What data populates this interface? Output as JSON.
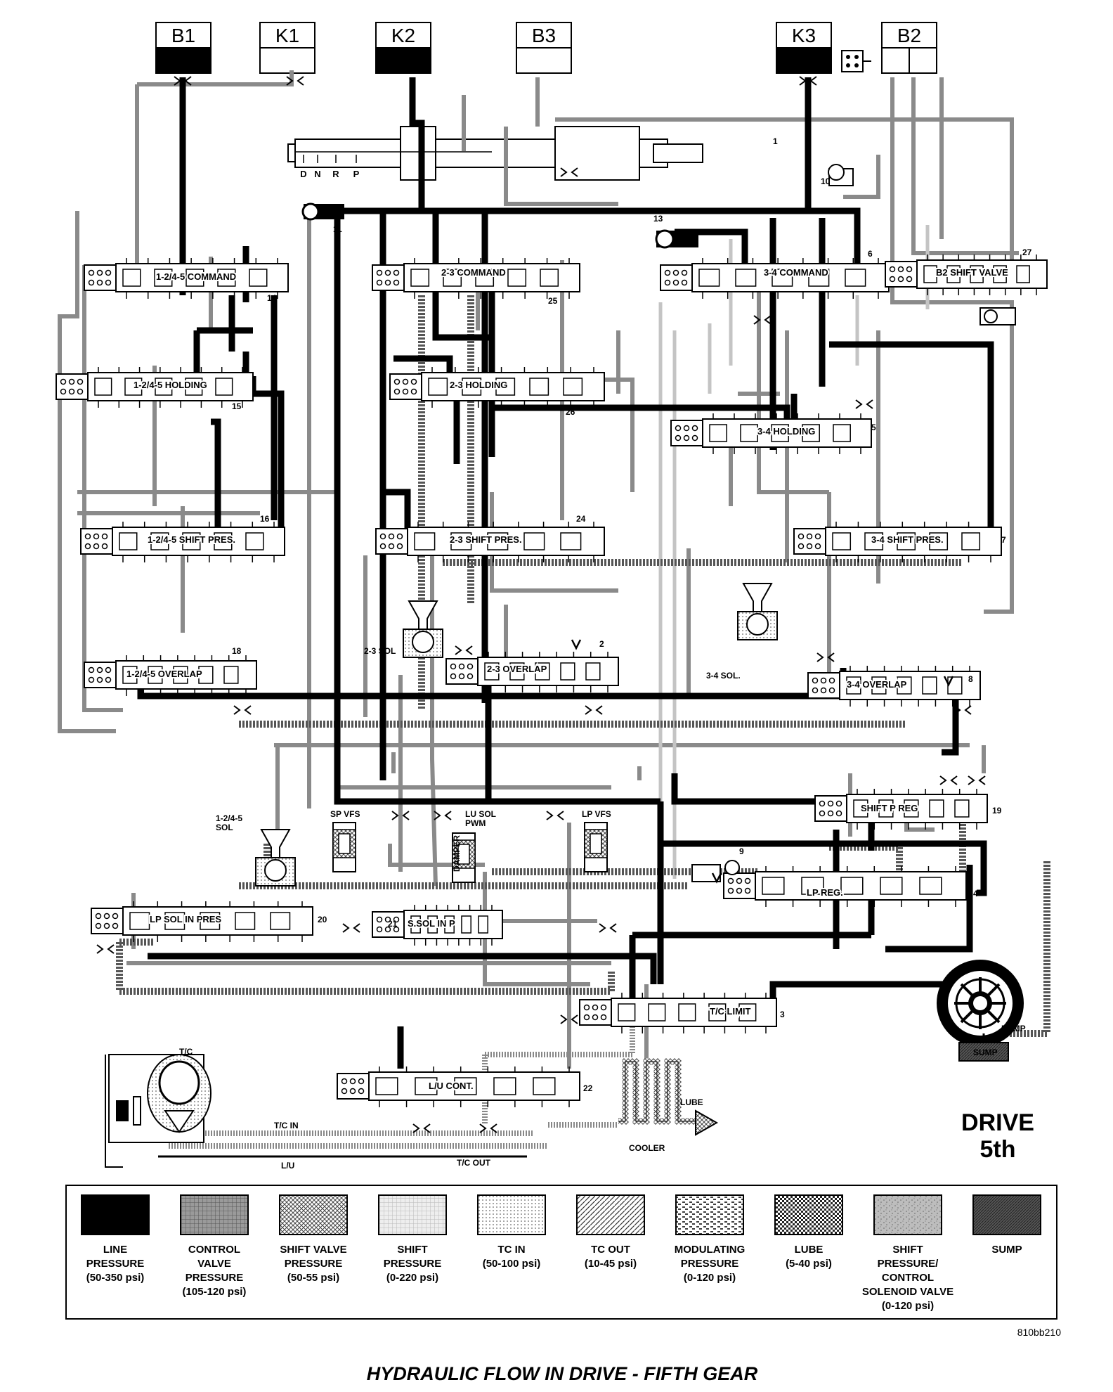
{
  "diagram": {
    "caption": "HYDRAULIC FLOW IN DRIVE - FIFTH GEAR",
    "ref_code": "810bb210",
    "gear_state": [
      "DRIVE",
      "5th"
    ],
    "selector_positions": [
      "D",
      "N",
      "R",
      "P"
    ],
    "clutches": [
      {
        "label": "B1",
        "fill": "#000000"
      },
      {
        "label": "K1",
        "fill": "#ffffff"
      },
      {
        "label": "K2",
        "fill": "#000000"
      },
      {
        "label": "B3",
        "fill": "#ffffff"
      },
      {
        "label": "K3",
        "fill": "#000000"
      },
      {
        "label": "B2",
        "fill": "#ffffff"
      }
    ],
    "valves": [
      {
        "id": "command_1245",
        "label": "1-2/4-5 COMMAND",
        "number": "14"
      },
      {
        "id": "command_23",
        "label": "2-3 COMMAND",
        "number": "25"
      },
      {
        "id": "command_34",
        "label": "3-4 COMMAND",
        "number": "6"
      },
      {
        "id": "b2_shift",
        "label": "B2 SHIFT VALVE",
        "number": "27"
      },
      {
        "id": "holding_1245",
        "label": "1-2/4-5 HOLDING",
        "number": "15"
      },
      {
        "id": "holding_23",
        "label": "2-3 HOLDING",
        "number": "26"
      },
      {
        "id": "holding_34",
        "label": "3-4 HOLDING",
        "number": "5"
      },
      {
        "id": "shiftpres_1245",
        "label": "1-2/4-5 SHIFT PRES.",
        "number": "16"
      },
      {
        "id": "shiftpres_23",
        "label": "2-3 SHIFT PRES.",
        "number": "24"
      },
      {
        "id": "shiftpres_34",
        "label": "3-4 SHIFT PRES.",
        "number": "7"
      },
      {
        "id": "overlap_1245",
        "label": "1-2/4-5 OVERLAP",
        "number": "18"
      },
      {
        "id": "overlap_23",
        "label": "2-3 OVERLAP",
        "number": "2"
      },
      {
        "id": "overlap_34",
        "label": "3-4 OVERLAP",
        "number": "8"
      },
      {
        "id": "shift_p_reg",
        "label": "SHIFT P REG",
        "number": "19"
      },
      {
        "id": "lp_reg",
        "label": "LP REG.",
        "number": "4"
      },
      {
        "id": "lp_sol_in_pres",
        "label": "LP SOL IN PRES",
        "number": "20"
      },
      {
        "id": "s_sol_in_p",
        "label": "S.SOL IN P",
        "number": "21"
      },
      {
        "id": "tc_limit",
        "label": "T/C LIMIT",
        "number": "3"
      },
      {
        "id": "lu_cont",
        "label": "L/U CONT.",
        "number": "22"
      }
    ],
    "solenoids": [
      {
        "label": "2-3 SOL"
      },
      {
        "label": "3-4 SOL."
      },
      {
        "label": "1-2/4-5 SOL"
      },
      {
        "label": "SP VFS"
      },
      {
        "label": "LU SOL PWM"
      },
      {
        "label": "LP VFS"
      }
    ],
    "numbers": [
      "1",
      "9",
      "10",
      "11",
      "13"
    ],
    "misc_labels": {
      "damper": "DAMPER",
      "pump": "PUMP",
      "sump": "SUMP",
      "tc": "T/C",
      "tc_in": "T/C IN",
      "tc_out": "T/C OUT",
      "lu": "L/U",
      "lube": "LUBE",
      "cooler": "COOLER"
    }
  },
  "legend": [
    {
      "name": "LINE PRESSURE",
      "lines": [
        "LINE",
        "PRESSURE",
        "(50-350 psi)"
      ],
      "pattern": "solid"
    },
    {
      "name": "CONTROL VALVE PRESSURE",
      "lines": [
        "CONTROL",
        "VALVE",
        "PRESSURE",
        "(105-120 psi)"
      ],
      "pattern": "grid"
    },
    {
      "name": "SHIFT VALVE PRESSURE",
      "lines": [
        "SHIFT VALVE",
        "PRESSURE",
        "(50-55 psi)"
      ],
      "pattern": "crosshatch"
    },
    {
      "name": "SHIFT PRESSURE",
      "lines": [
        "SHIFT",
        "PRESSURE",
        "(0-220 psi)"
      ],
      "pattern": "lightgrid"
    },
    {
      "name": "TC IN",
      "lines": [
        "TC IN",
        "(50-100 psi)"
      ],
      "pattern": "dots"
    },
    {
      "name": "TC OUT",
      "lines": [
        "TC OUT",
        "(10-45 psi)"
      ],
      "pattern": "diagonal"
    },
    {
      "name": "MODULATING PRESSURE",
      "lines": [
        "MODULATING",
        "PRESSURE",
        "(0-120 psi)"
      ],
      "pattern": "dashes"
    },
    {
      "name": "LUBE",
      "lines": [
        "LUBE",
        "(5-40 psi)"
      ],
      "pattern": "checker"
    },
    {
      "name": "SHIFT PRESSURE/ CONTROL SOLENOID VALVE",
      "lines": [
        "SHIFT",
        "PRESSURE/",
        "CONTROL",
        "SOLENOID VALVE",
        "(0-120 psi)"
      ],
      "pattern": "speckle"
    },
    {
      "name": "SUMP",
      "lines": [
        "SUMP"
      ],
      "pattern": "dense"
    }
  ]
}
